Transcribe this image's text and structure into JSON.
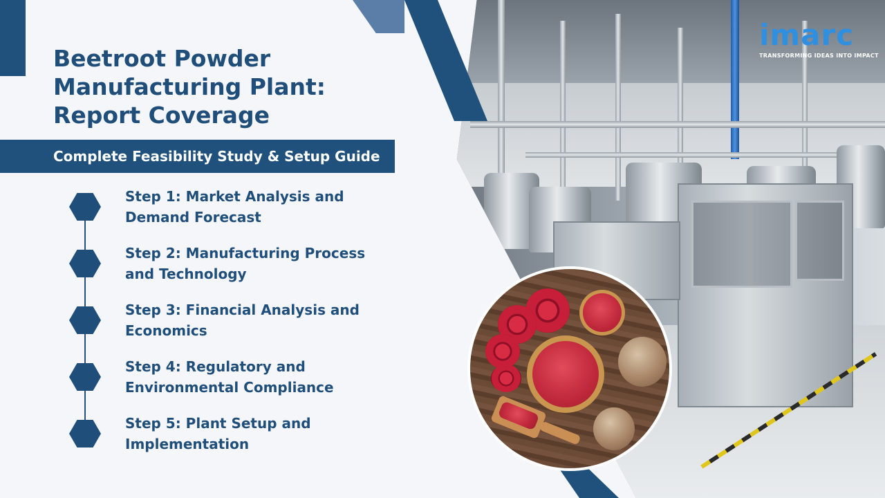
{
  "title": "Beetroot Powder Manufacturing Plant: Report Coverage",
  "subtitle": "Complete Feasibility Study & Setup Guide",
  "steps": [
    {
      "label": "Step 1: Market Analysis and Demand Forecast"
    },
    {
      "label": "Step 2: Manufacturing Process and Technology"
    },
    {
      "label": "Step 3: Financial Analysis and Economics"
    },
    {
      "label": "Step 4: Regulatory and Environmental Compliance"
    },
    {
      "label": "Step 5: Plant Setup and Implementation"
    }
  ],
  "logo": {
    "wordmark": "imarc",
    "tagline": "TRANSFORMING IDEAS INTO IMPACT"
  },
  "colors": {
    "primary_navy": "#1f4e7a",
    "background": "#f4f6f9",
    "logo_blue": "#2f8fe0"
  },
  "images": {
    "background_photo": "factory-processing-line-photo",
    "inset_photo": "beetroot-powder-bowls-photo"
  }
}
